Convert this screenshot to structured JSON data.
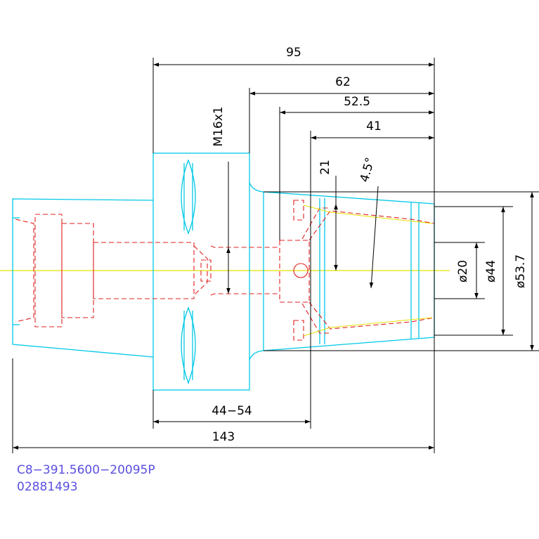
{
  "drawing": {
    "dimensions": {
      "d95": "95",
      "d62": "62",
      "d52_5": "52.5",
      "d41": "41",
      "d21": "21",
      "angle": "4.5°",
      "thread": "M16x1",
      "dia20": "ø20",
      "dia44": "ø44",
      "dia53_7": "ø53.7",
      "range": "44−54",
      "d143": "143"
    },
    "part_code": "C8−391.5600−20095P",
    "part_number": "02881493"
  },
  "colors": {
    "outline": "#00c8e6",
    "hidden": "#e02020",
    "center": "#e8e000",
    "dimension": "#000000",
    "code": "#5b4fe0"
  }
}
